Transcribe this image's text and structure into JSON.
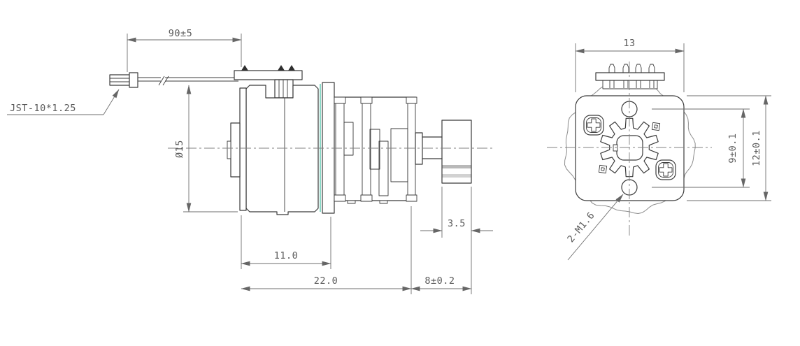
{
  "colors": {
    "main_line": "#3b3b3b",
    "secondary_line": "#8c8c8c",
    "dimension_line": "#6e6e6e",
    "text": "#5a5a5a",
    "accent_line": "#57c7ad"
  },
  "side_view": {
    "connector_label": "JST-10*1.25",
    "dim_cable_length": "90±5",
    "dim_motor_diameter": "Ø15",
    "dim_motor_length": "11.0",
    "dim_total_body_length": "22.0",
    "dim_pinion_width": "3.5",
    "dim_shaft_length": "8±0.2"
  },
  "front_view": {
    "dim_width": "13",
    "dim_mount_hole_spacing": "9±0.1",
    "dim_height": "12±0.1",
    "mount_hole_label": "2-M1.6"
  }
}
